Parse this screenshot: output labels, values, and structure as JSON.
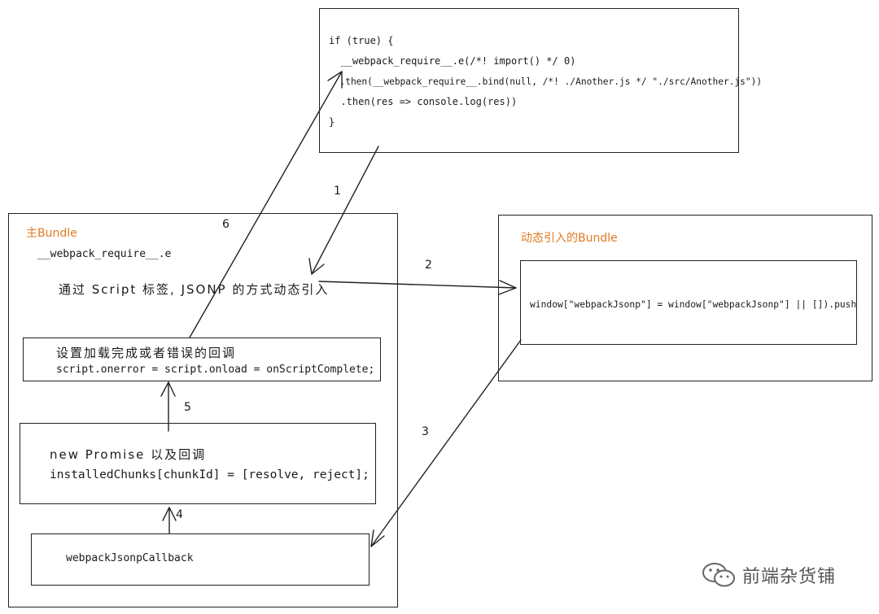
{
  "code_box": {
    "lines": [
      "if (true) {",
      "  __webpack_require__.e(/*! import() */ 0)",
      "  .then(__webpack_require__.bind(null, /*! ./Another.js */ \"./src/Another.js\"))",
      "  .then(res => console.log(res))",
      "}"
    ]
  },
  "main_bundle": {
    "title": "主Bundle",
    "require_e": "__webpack_require__.e",
    "jsonp_desc": "通过 Script 标签, JSONP 的方式动态引入",
    "callback_box": {
      "line1": "设置加载完成或者错误的回调",
      "line2": "script.onerror = script.onload = onScriptComplete;"
    },
    "promise_box": {
      "line1": "new Promise 以及回调",
      "line2": "installedChunks[chunkId] = [resolve, reject];"
    },
    "jsonp_callback_box": {
      "label": "webpackJsonpCallback"
    }
  },
  "dynamic_bundle": {
    "title": "动态引入的Bundle",
    "code": "window[\"webpackJsonp\"] = window[\"webpackJsonp\"] || []).push"
  },
  "step_numbers": {
    "s1": "1",
    "s2": "2",
    "s3": "3",
    "s4": "4",
    "s5": "5",
    "s6": "6"
  },
  "watermark": {
    "text": "前端杂货铺",
    "icon": "wechat-icon"
  },
  "colors": {
    "accent_orange": "#e07a1f",
    "stroke": "#222222"
  }
}
